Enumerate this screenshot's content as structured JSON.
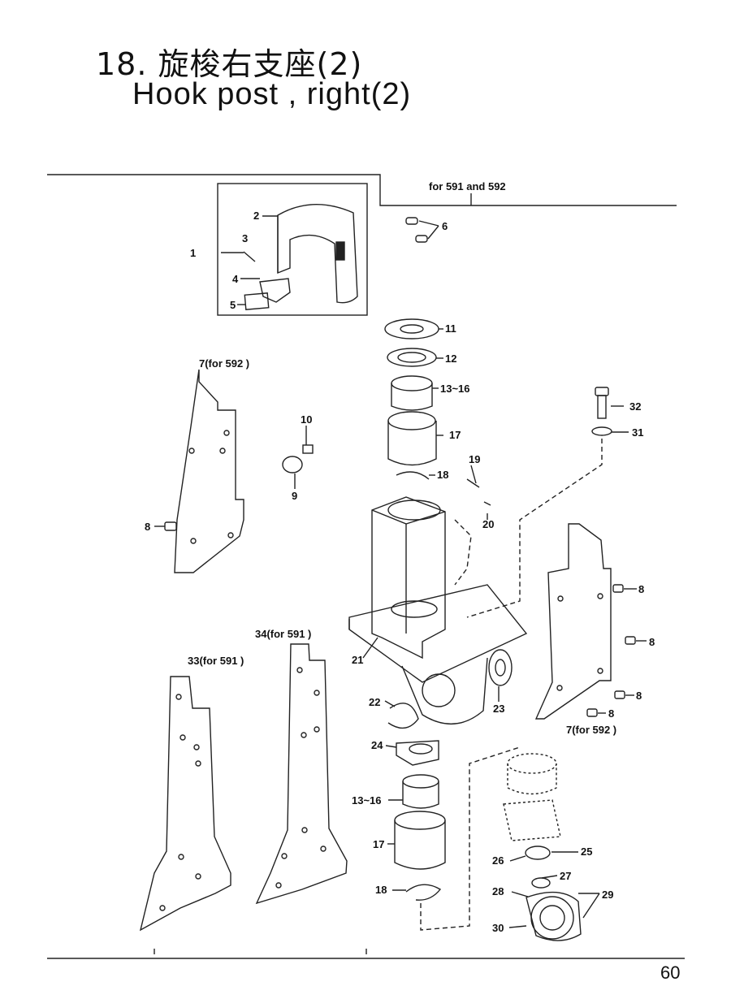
{
  "header": {
    "title_cn": "18. 旋梭右支座(2)",
    "title_en": "Hook post , right(2)"
  },
  "variant_note": "for 591 and 592",
  "labels": {
    "p1": "1",
    "p2": "2",
    "p3": "3",
    "p4": "4",
    "p5": "5",
    "p6": "6",
    "p7a": "7(for 592 )",
    "p7b": "7(for 592 )",
    "p8a": "8",
    "p8b": "8",
    "p8c": "8",
    "p8d": "8",
    "p8e": "8",
    "p9": "9",
    "p10": "10",
    "p11": "11",
    "p12": "12",
    "p13a": "13~16",
    "p17a": "17",
    "p18a": "18",
    "p19": "19",
    "p20": "20",
    "p21": "21",
    "p22": "22",
    "p23": "23",
    "p24": "24",
    "p13b": "13~16",
    "p17b": "17",
    "p18b": "18",
    "p25": "25",
    "p26": "26",
    "p27": "27",
    "p28": "28",
    "p29": "29",
    "p30": "30",
    "p31": "31",
    "p32": "32",
    "p33": "33(for 591 )",
    "p34": "34(for 591 )"
  },
  "footer": {
    "page_number": "60"
  }
}
